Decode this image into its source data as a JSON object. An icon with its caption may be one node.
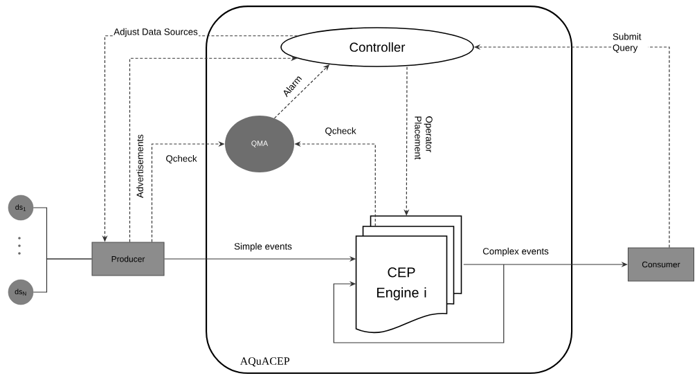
{
  "diagram": {
    "nodes": [
      {
        "text": [
          "AQuACEP"
        ]
      },
      {
        "text": [
          "Controller"
        ],
        "in": 0
      },
      {
        "text": [
          "QMA"
        ],
        "in": 0
      },
      {
        "text": [
          "CEP Engine i"
        ],
        "in": 0
      },
      {
        "text": [
          "Producer"
        ]
      },
      {
        "text": [
          "Consumer"
        ]
      },
      {
        "text": [
          "ds$_{1}$"
        ]
      },
      {
        "text": [
          "ds$_{N}$"
        ]
      }
    ],
    "edges": [
      {
        "from": 1,
        "to": 4,
        "arrow": "to",
        "label": "Adjust Data Sources",
        "style": "dashed"
      },
      {
        "from": 4,
        "to": 1,
        "arrow": "to",
        "label": "Advertisements",
        "style": "dashed"
      },
      {
        "from": 4,
        "to": 2,
        "arrow": "to",
        "label": "Qcheck",
        "style": "dashed"
      },
      {
        "from": 2,
        "to": 1,
        "arrow": "to",
        "label": "Alarm",
        "style": "dashed"
      },
      {
        "from": 3,
        "to": 2,
        "arrow": "to",
        "label": "Qcheck",
        "style": "dashed"
      },
      {
        "from": 1,
        "to": 3,
        "arrow": "to",
        "label": "Operator Placement",
        "style": "dashed"
      },
      {
        "from": 5,
        "to": 1,
        "arrow": "to",
        "label": "Submit Query",
        "style": "dashed"
      },
      {
        "from": 4,
        "to": 3,
        "arrow": "to",
        "label": "Simple events"
      },
      {
        "from": 3,
        "to": 5,
        "arrow": "to",
        "label": "Complex events"
      },
      {
        "from": 3,
        "to": 3,
        "arrow": "to"
      },
      {
        "from": 6,
        "to": 4,
        "arrow": "none"
      },
      {
        "from": 7,
        "to": 4,
        "arrow": "none"
      }
    ]
  }
}
